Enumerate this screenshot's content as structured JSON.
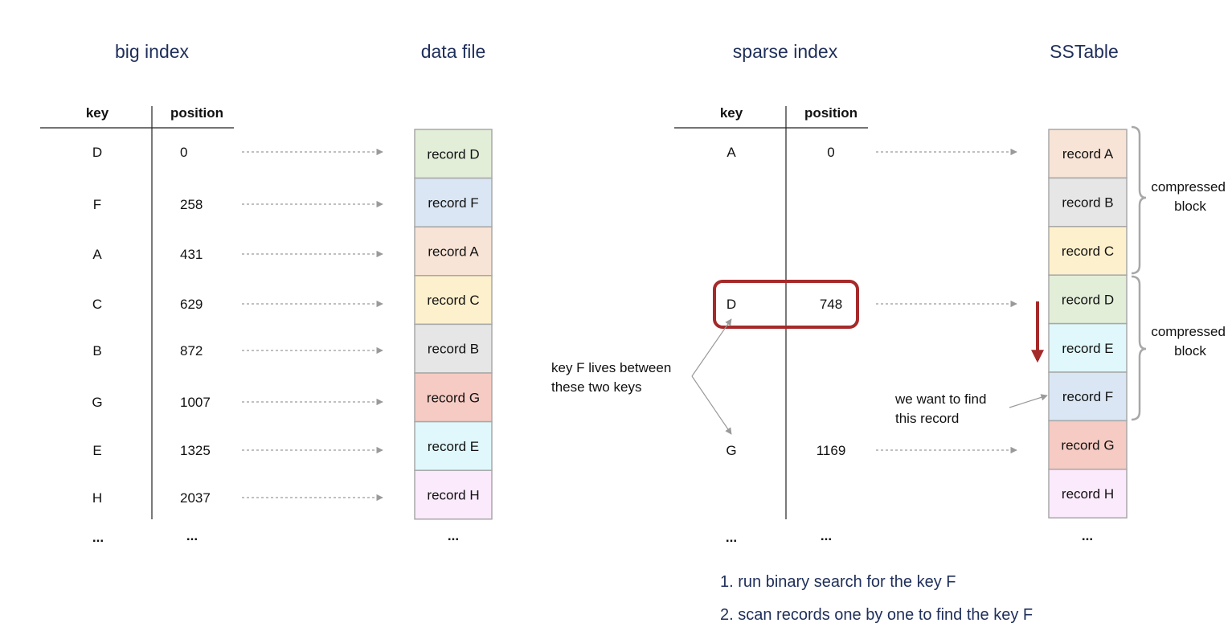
{
  "titles": {
    "big_index": "big index",
    "data_file": "data file",
    "sparse_index": "sparse index",
    "sstable": "SSTable"
  },
  "big_index": {
    "headers": {
      "key": "key",
      "position": "position"
    },
    "rows": [
      {
        "key": "D",
        "position": "0"
      },
      {
        "key": "F",
        "position": "258"
      },
      {
        "key": "A",
        "position": "431"
      },
      {
        "key": "C",
        "position": "629"
      },
      {
        "key": "B",
        "position": "872"
      },
      {
        "key": "G",
        "position": "1007"
      },
      {
        "key": "E",
        "position": "1325"
      },
      {
        "key": "H",
        "position": "2037"
      }
    ],
    "ellipsis_key": "...",
    "ellipsis_position": "..."
  },
  "data_file": {
    "records": [
      {
        "label": "record D",
        "color": "#e2eed8"
      },
      {
        "label": "record F",
        "color": "#dae6f3"
      },
      {
        "label": "record A",
        "color": "#f8e4d6"
      },
      {
        "label": "record C",
        "color": "#fdf0cc"
      },
      {
        "label": "record B",
        "color": "#e6e6e6"
      },
      {
        "label": "record G",
        "color": "#f6cbc3"
      },
      {
        "label": "record E",
        "color": "#e0f8fb"
      },
      {
        "label": "record H",
        "color": "#fbeafc"
      }
    ],
    "ellipsis": "..."
  },
  "sparse_index": {
    "headers": {
      "key": "key",
      "position": "position"
    },
    "rows": [
      {
        "key": "A",
        "position": "0"
      },
      {
        "key": "D",
        "position": "748"
      },
      {
        "key": "G",
        "position": "1169"
      }
    ],
    "ellipsis_key": "...",
    "ellipsis_position": "..."
  },
  "sstable": {
    "records": [
      {
        "label": "record A",
        "color": "#f8e4d6"
      },
      {
        "label": "record B",
        "color": "#e6e6e6"
      },
      {
        "label": "record C",
        "color": "#fdf0cc"
      },
      {
        "label": "record D",
        "color": "#e2eed8"
      },
      {
        "label": "record E",
        "color": "#e0f8fb"
      },
      {
        "label": "record F",
        "color": "#dae6f3"
      },
      {
        "label": "record G",
        "color": "#f6cbc3"
      },
      {
        "label": "record H",
        "color": "#fbeafc"
      }
    ],
    "ellipsis": "..."
  },
  "annotations": {
    "between_keys": [
      "key F lives between",
      "these two keys"
    ],
    "find_record": [
      "we want to find",
      "this record"
    ],
    "compressed_block_1": [
      "compressed",
      "block"
    ],
    "compressed_block_2": [
      "compressed",
      "block"
    ]
  },
  "steps": [
    "1. run binary search for the key F",
    "2. scan records one by one to find the key F"
  ],
  "colors": {
    "title": "#1f2f5a",
    "highlight": "#a52a2a",
    "arrow": "#9a9a9a",
    "bracket": "#a8a8a8",
    "record_border": "#a8a8a8"
  }
}
